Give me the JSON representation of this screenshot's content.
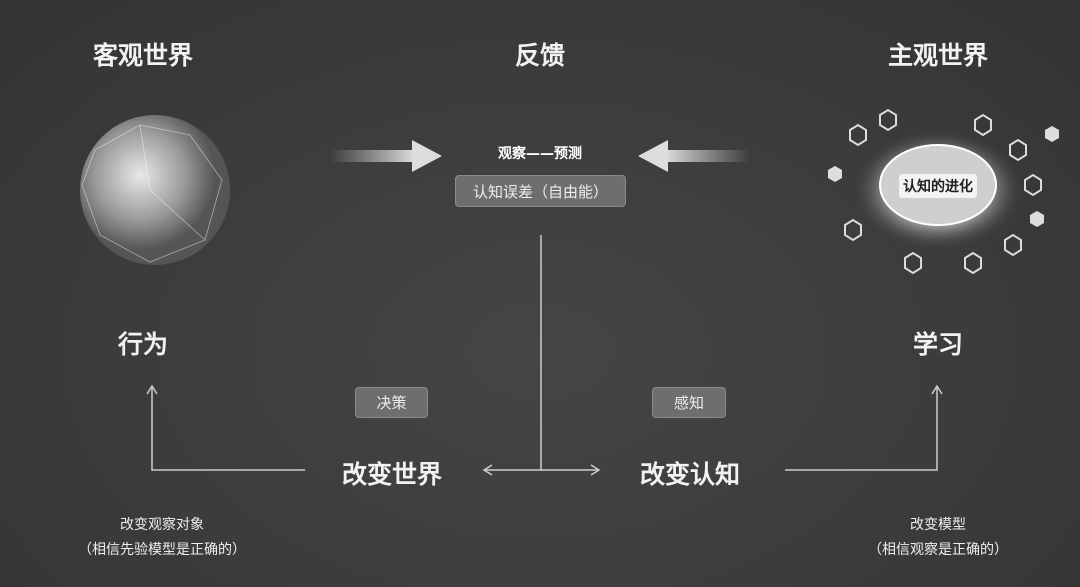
{
  "headings": {
    "objective": "客观世界",
    "feedback": "反馈",
    "subjective": "主观世界"
  },
  "center": {
    "observe_predict": "观察——预测",
    "error_box": "认知误差（自由能）"
  },
  "brain_label": "认知的进化",
  "left_label": "行为",
  "right_label": "学习",
  "decision_box": "决策",
  "perception_box": "感知",
  "change_world": "改变世界",
  "change_cognition": "改变认知",
  "left_note": {
    "line1": "改变观察对象",
    "line2": "（相信先验模型是正确的）"
  },
  "right_note": {
    "line1": "改变模型",
    "line2": "（相信观察是正确的）"
  }
}
